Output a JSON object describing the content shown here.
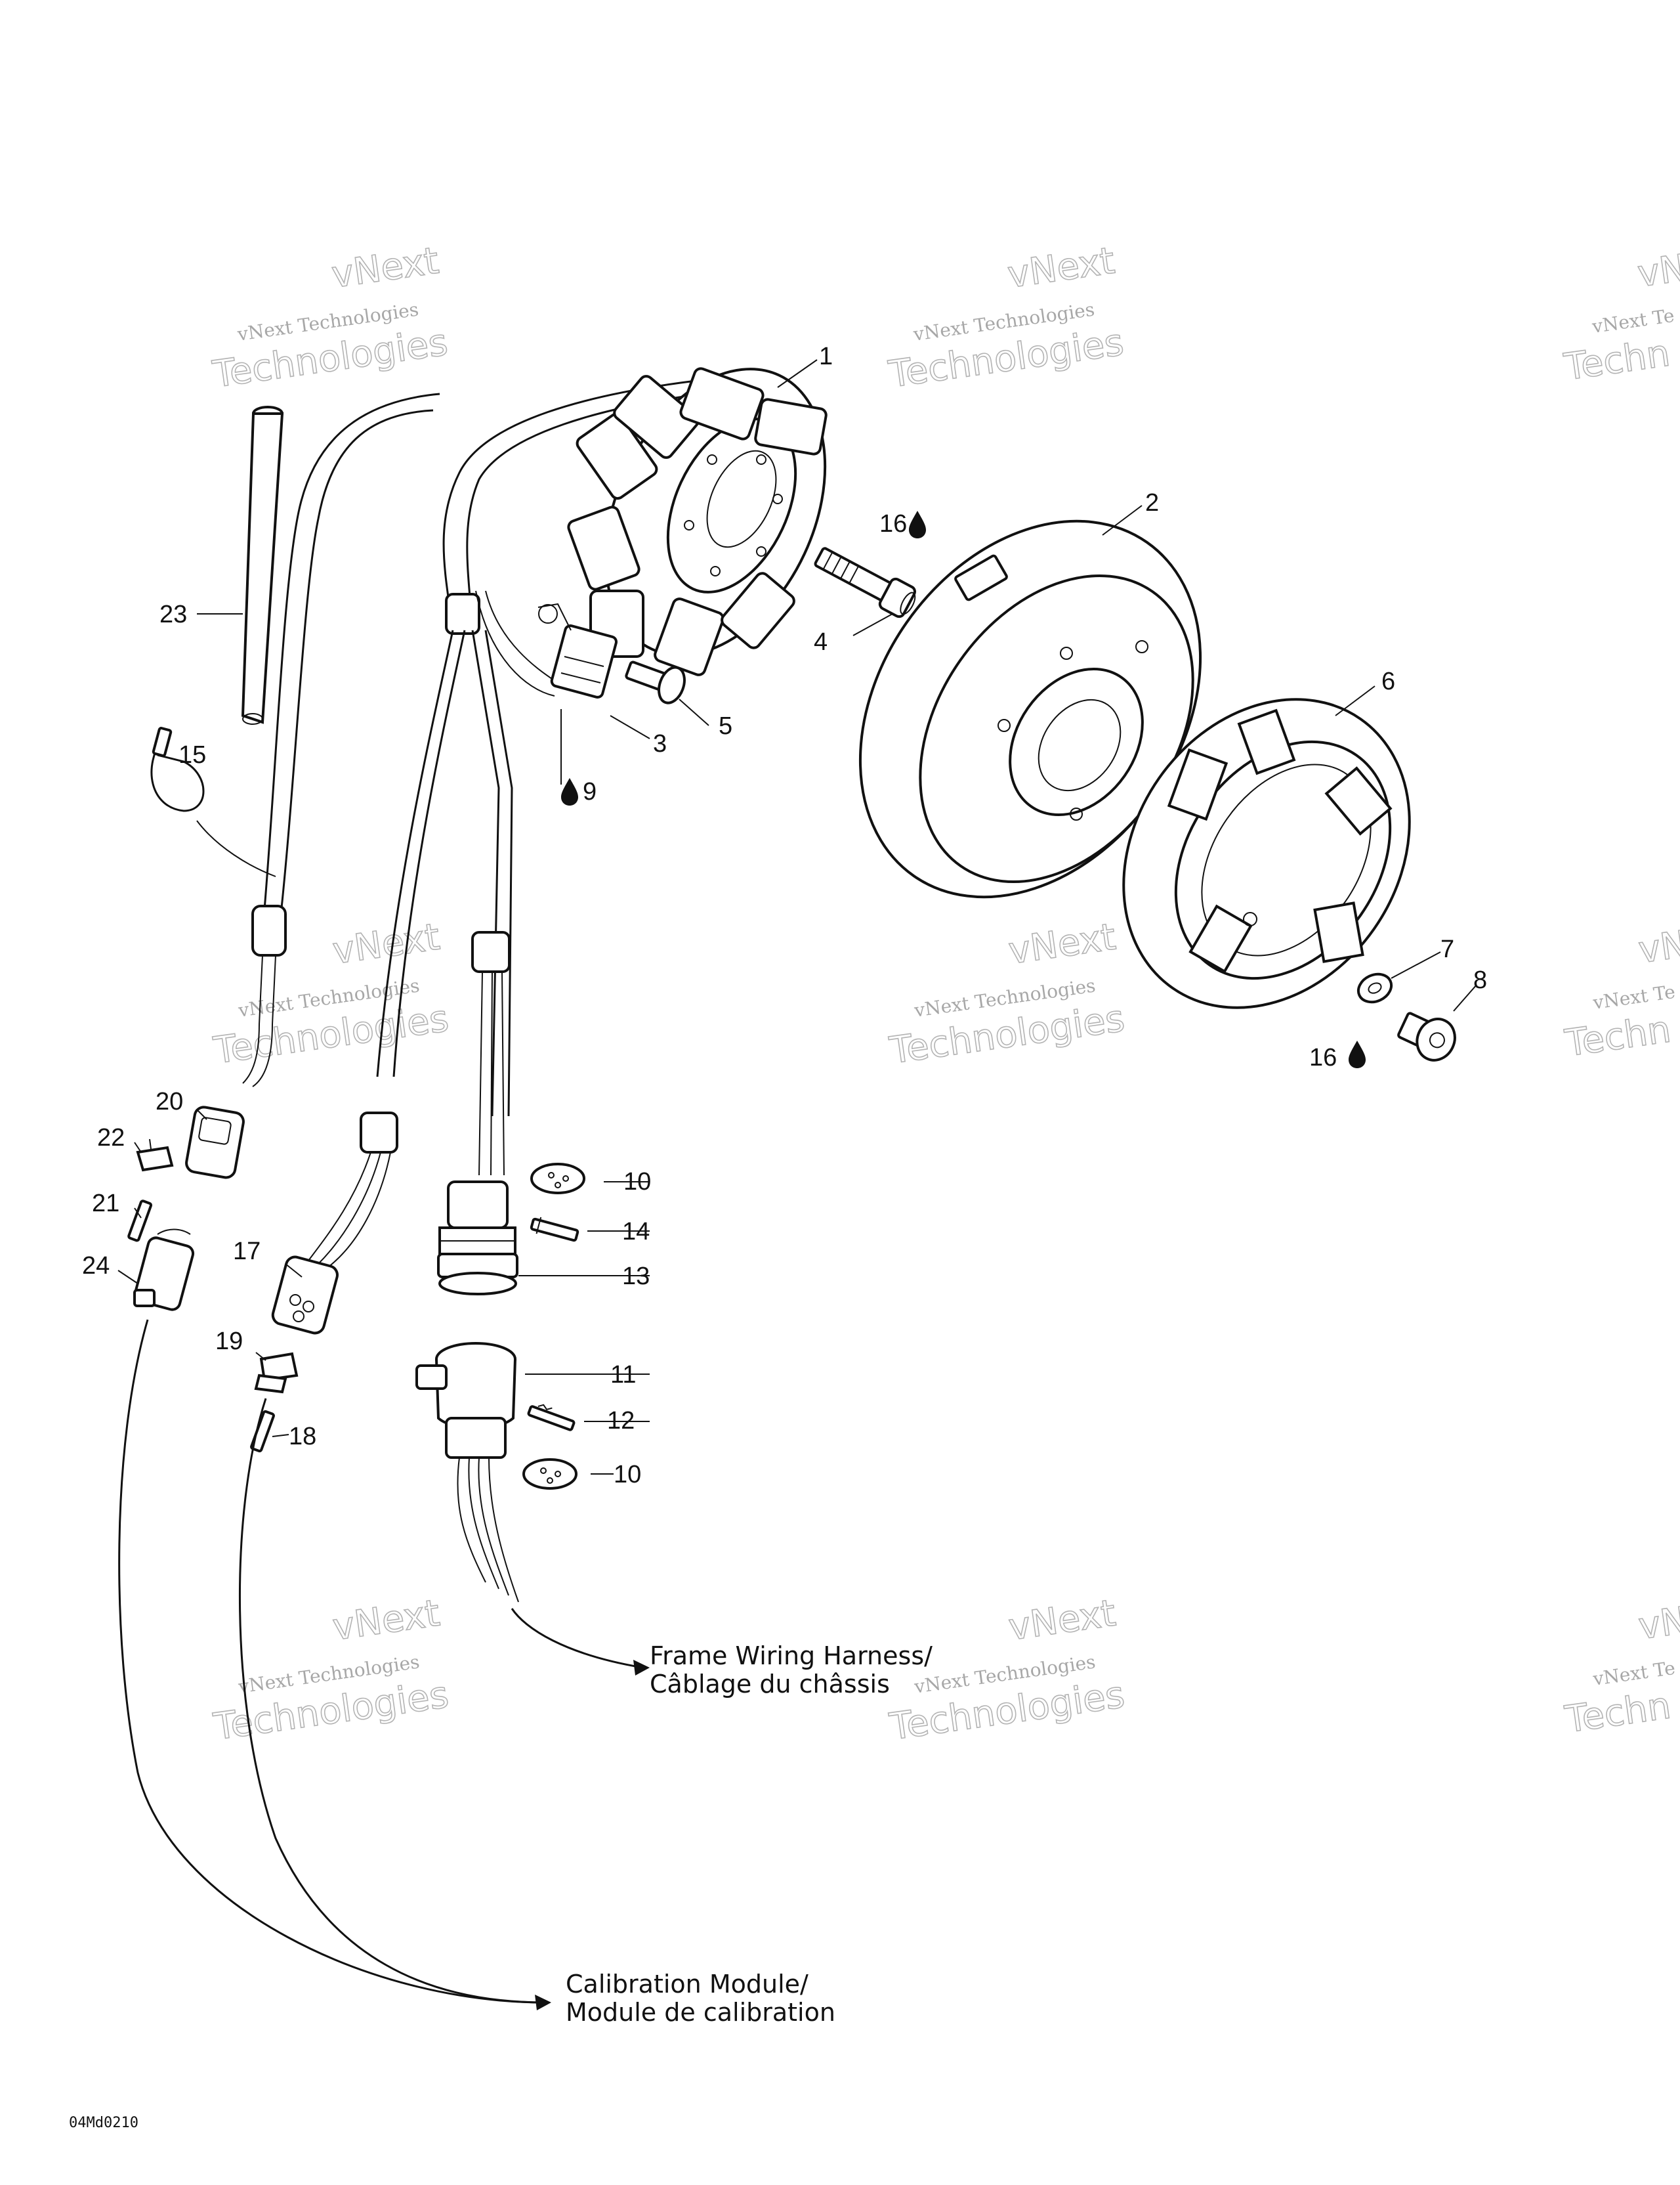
{
  "callouts": {
    "c1": "1",
    "c2": "2",
    "c3": "3",
    "c4": "4",
    "c5": "5",
    "c6": "6",
    "c7": "7",
    "c8": "8",
    "c9": "9",
    "c10a": "10",
    "c10b": "10",
    "c11": "11",
    "c12": "12",
    "c13": "13",
    "c14": "14",
    "c15": "15",
    "c16a": "16",
    "c16b": "16",
    "c17": "17",
    "c18": "18",
    "c19": "19",
    "c20": "20",
    "c21": "21",
    "c22": "22",
    "c23": "23",
    "c24": "24"
  },
  "destinations": {
    "frame_line1": "Frame Wiring Harness/",
    "frame_line2": "Câblage du châssis",
    "calib_line1": "Calibration Module/",
    "calib_line2": "Module de calibration"
  },
  "drawing_code": "04Md0210",
  "watermark": {
    "small": "vNext Technologies",
    "big": "Technologies",
    "top": "vNext",
    "right_small": "vNext Te",
    "right_big": "Techn",
    "right_top": "vNe"
  },
  "symbols": {
    "oil_drop": "oil-drop-icon"
  }
}
